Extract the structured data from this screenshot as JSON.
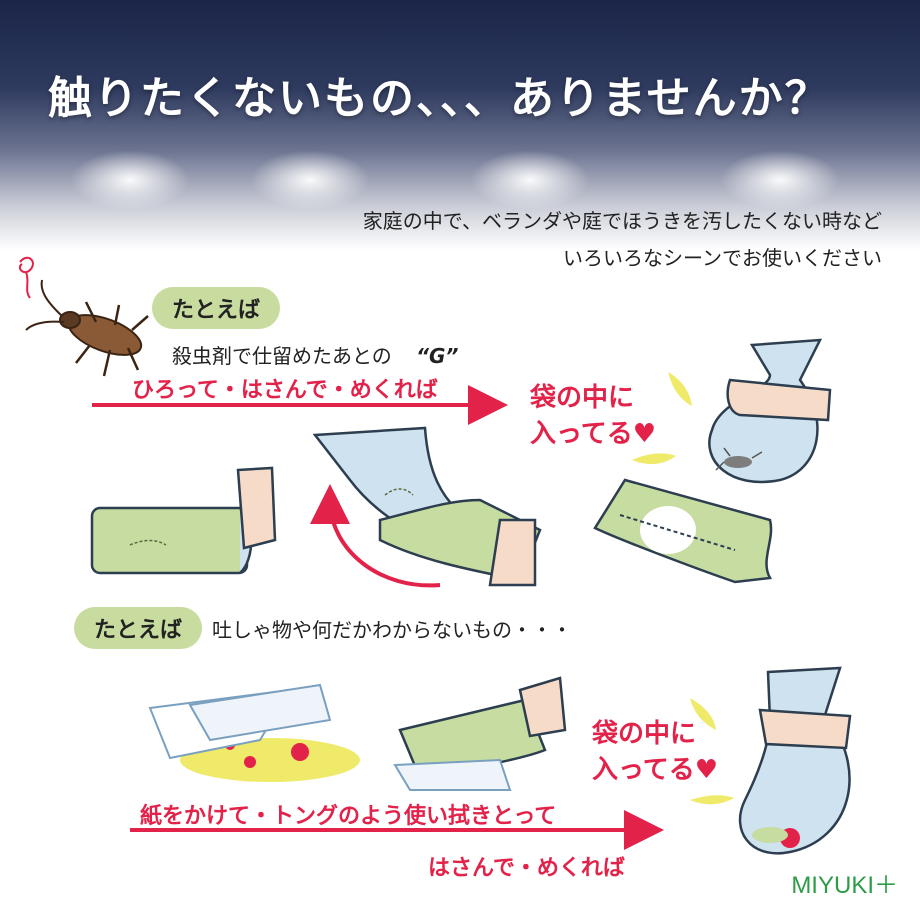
{
  "title": "触りたくないもの、、、ありませんか？",
  "intro": {
    "line1": "家庭の中で、ベランダや庭でほうきを汚したくない時など",
    "line2": "いろいろなシーンでお使いください"
  },
  "example1": {
    "tag": "たとえば",
    "text_prefix": "殺虫剤で仕留めたあとの",
    "text_emphasis": "“G”",
    "action": "ひろって・はさんで・めくれば",
    "result_line1": "袋の中に",
    "result_line2": "入ってる♥"
  },
  "example2": {
    "tag": "たとえば",
    "text": "吐しゃ物や何だかわからないもの・・・",
    "action_line1": "紙をかけて・トングのよう使い拭きとって",
    "action_line2": "はさんで・めくれば",
    "result_line1": "袋の中に",
    "result_line2": "入ってる♥"
  },
  "brand": "MIYUKI＋",
  "colors": {
    "accent_red": "#e3224a",
    "tag_green": "#c8dca0",
    "bag_green": "#c6dca1",
    "brand_green": "#2e9b48",
    "header_navy": "#1a2548"
  }
}
